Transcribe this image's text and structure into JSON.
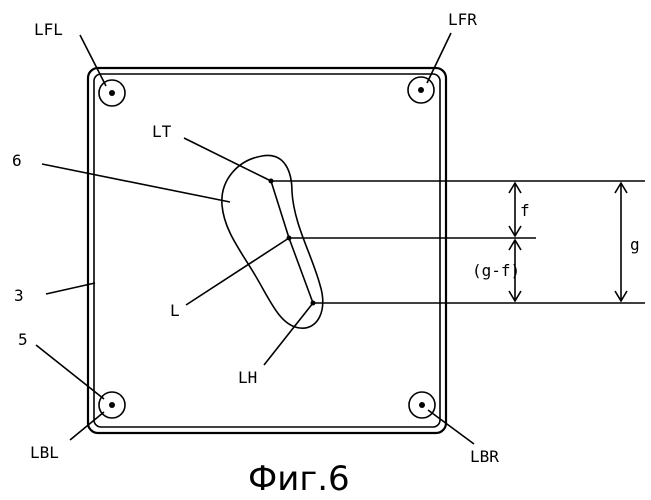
{
  "labels": {
    "lfl": "LFL",
    "lfr": "LFR",
    "lbl": "LBL",
    "lbr": "LBR",
    "lt": "LT",
    "l": "L",
    "lh": "LH",
    "n6": "6",
    "n3": "3",
    "n5": "5",
    "f": "f",
    "g": "g",
    "gf": "(g-f)"
  },
  "caption": "Фиг.6"
}
